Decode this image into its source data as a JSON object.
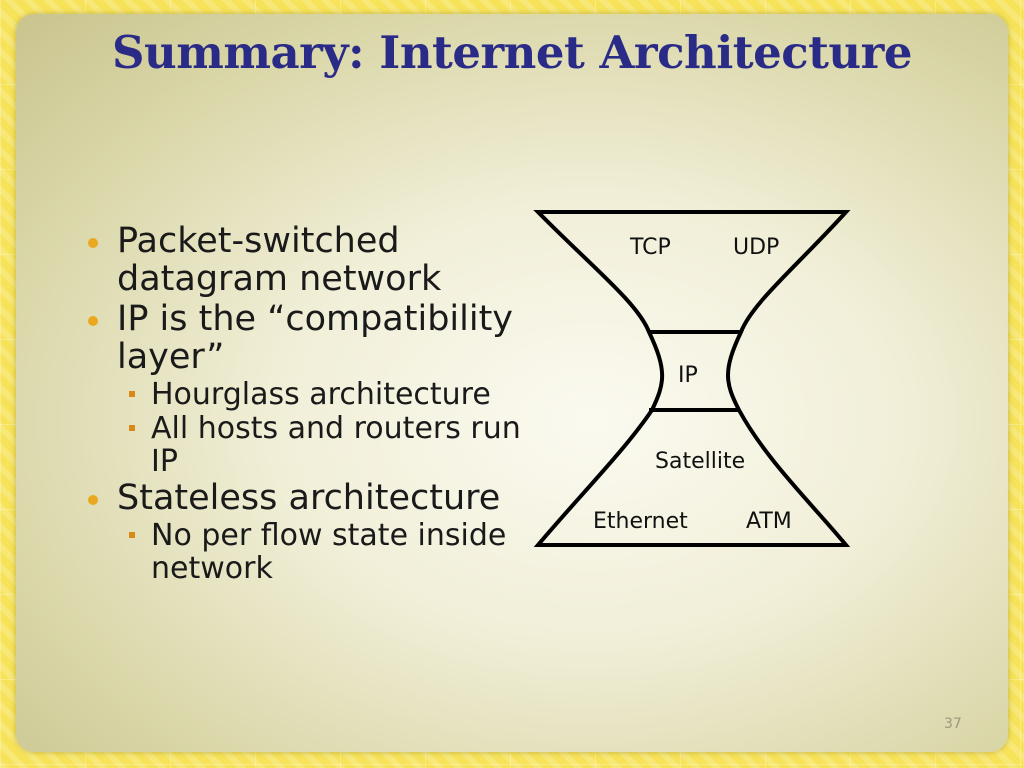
{
  "title": "Summary: Internet Architecture",
  "bullets": [
    {
      "text": "Packet-switched datagram network",
      "sub": []
    },
    {
      "text": "IP is the “compatibility layer”",
      "sub": [
        "Hourglass architecture",
        "All hosts and routers run IP"
      ]
    },
    {
      "text": "Stateless architecture",
      "sub": [
        "No per flow state inside network"
      ]
    }
  ],
  "diagram": {
    "top_labels": [
      "TCP",
      "UDP"
    ],
    "waist_label": "IP",
    "bottom_labels": [
      "Satellite",
      "Ethernet",
      "ATM"
    ]
  },
  "page_number": "37",
  "colors": {
    "title": "#2a2b86",
    "bullet": "#e9a81e",
    "sub_bullet": "#d88a16"
  }
}
